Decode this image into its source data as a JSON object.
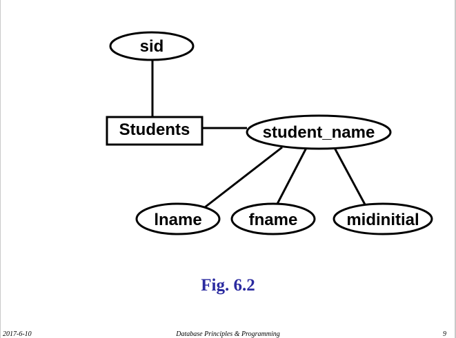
{
  "entity": {
    "label": "Students"
  },
  "attributes": {
    "sid": "sid",
    "student_name": "student_name",
    "lname": "lname",
    "fname": "fname",
    "midinitial": "midinitial"
  },
  "caption": "Fig. 6.2",
  "footer": {
    "date": "2017-6-10",
    "title": "Database Principles & Programming",
    "page": "9"
  },
  "colors": {
    "caption": "#2b2ba0",
    "lines": "#000000",
    "frame": "#c8c8c8"
  }
}
